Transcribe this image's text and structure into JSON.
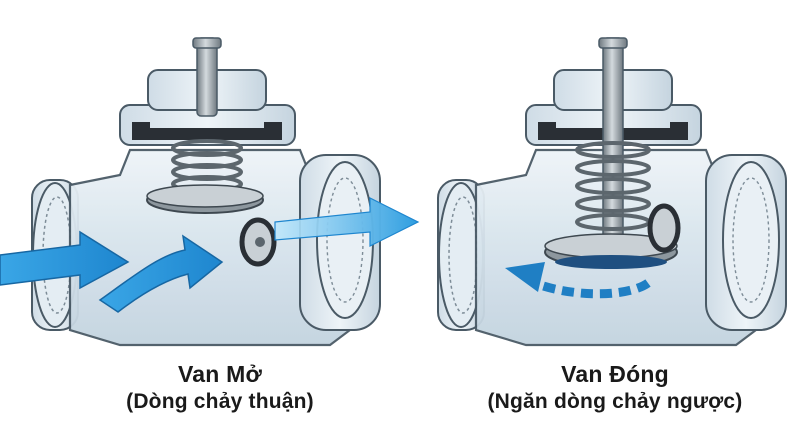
{
  "open_valve": {
    "title": "Van Mở",
    "subtitle": "(Dòng chảy thuận)"
  },
  "closed_valve": {
    "title": "Van Đóng",
    "subtitle": "(Ngăn dòng chảy ngược)"
  },
  "colors": {
    "flow_arrow": "#2f9ee0",
    "flow_arrow_light": "#8fd3f5",
    "backflow_arrow": "#1f7fc4",
    "body_glass": "#dfe9f1",
    "body_outline": "#4a5a66",
    "metal": "#9aa4ab",
    "gasket": "#2a2f35"
  },
  "icons": [
    "forward-flow-arrow-icon",
    "backflow-arrow-icon",
    "spring-icon",
    "valve-stem-icon"
  ]
}
